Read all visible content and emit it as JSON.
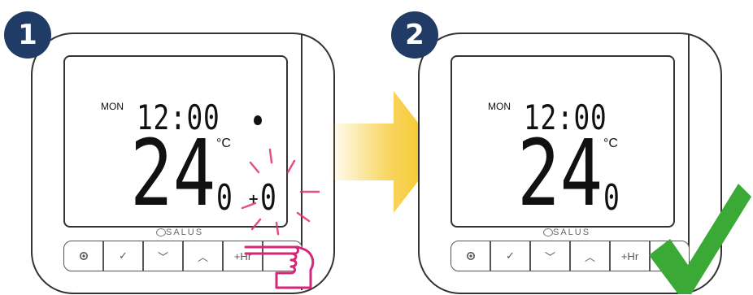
{
  "steps": [
    {
      "number": "1",
      "display": {
        "day": "MON",
        "time": "12:00",
        "temperature": "24",
        "decimal": "0",
        "unit": "°C",
        "offset_sign": "+",
        "offset_value": "0"
      },
      "brand": "SALUS",
      "buttons": [
        "",
        "✓",
        "﹀",
        "︿",
        "+Hr",
        ""
      ]
    },
    {
      "number": "2",
      "display": {
        "day": "MON",
        "time": "12:00",
        "temperature": "24",
        "decimal": "0",
        "unit": "°C"
      },
      "brand": "SALUS",
      "buttons": [
        "",
        "✓",
        "﹀",
        "︿",
        "+Hr",
        ""
      ]
    }
  ],
  "icons": {
    "gear": "gear-icon",
    "check": "check-icon",
    "down": "chevron-down-icon",
    "up": "chevron-up-icon",
    "hand": "hand-icon",
    "pointing_hand": "pointing-hand-icon",
    "arrow": "arrow-right-icon",
    "success": "green-checkmark-icon"
  },
  "colors": {
    "badge": "#1f3b66",
    "flash": "#e0326e",
    "arrow": "#f5c518",
    "success": "#3aa935",
    "hand_outline": "#d6267a"
  }
}
